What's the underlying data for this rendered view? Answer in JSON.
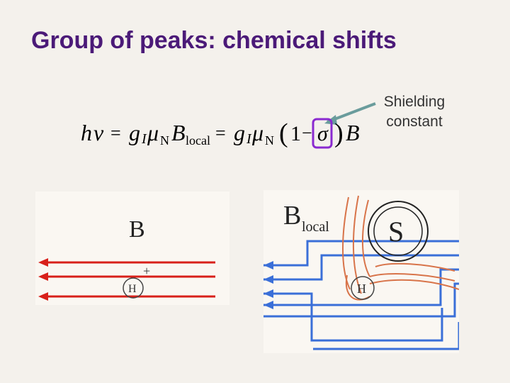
{
  "title": "Group of peaks: chemical shifts",
  "annotation": {
    "text_line1": "Shielding",
    "text_line2": "constant"
  },
  "equation": {
    "h": "h",
    "nu": "ν",
    "eq1": "=",
    "g1": "g",
    "I1": "I",
    "mu1": "μ",
    "N1": "N",
    "B1": "B",
    "local1": "local",
    "eq2": "=",
    "g2": "g",
    "I2": "I",
    "mu2": "μ",
    "N2": "N",
    "paren_open": "(",
    "one": "1",
    "minus": "−",
    "sigma": "σ",
    "paren_close": ")",
    "B2": "B"
  },
  "left_diagram": {
    "field_label": "B",
    "nucleus_label": "H",
    "charge_label": "+"
  },
  "right_diagram": {
    "field_label_B": "B",
    "field_label_sub": "local",
    "atom_label": "S",
    "nucleus_label": "H"
  },
  "colors": {
    "title": "#4b1a78",
    "field_red": "#d8201a",
    "field_blue": "#3a6fd8",
    "highlight": "#8a2ad0",
    "arrow": "#6a9c9c",
    "sketch": "#d8744a"
  }
}
